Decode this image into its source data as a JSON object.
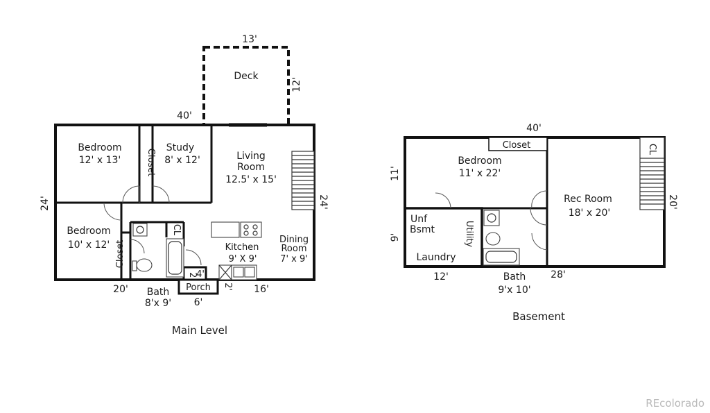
{
  "main_level": {
    "caption": "Main Level",
    "deck": {
      "name": "Deck",
      "width": "13'",
      "depth": "12'"
    },
    "dims": {
      "top": "40'",
      "left": "24'",
      "right": "24'",
      "bottom_left": "20'",
      "bottom_right": "16'",
      "porch_width": "6'",
      "porch_a": "2'",
      "porch_b": "4'",
      "porch_c": "2'"
    },
    "bedroom1": {
      "name": "Bedroom",
      "size": "12' x 13'"
    },
    "closet1": "Closet",
    "study": {
      "name": "Study",
      "size": "8' x 12'"
    },
    "living": {
      "name_l1": "Living",
      "name_l2": "Room",
      "size": "12.5' x 15'"
    },
    "bedroom2": {
      "name": "Bedroom",
      "size": "10' x 12'"
    },
    "closet2": "Closet",
    "cl": "CL",
    "kitchen": {
      "name": "Kitchen",
      "size": "9' X 9'"
    },
    "dining": {
      "name_l1": "Dining",
      "name_l2": "Room",
      "size": "7' x 9'"
    },
    "porch": "Porch",
    "bath": {
      "name": "Bath",
      "size": "8'x 9'"
    }
  },
  "basement": {
    "caption": "Basement",
    "dims": {
      "top": "40'",
      "left_upper": "11'",
      "left_lower": "9'",
      "right": "20'",
      "bottom_left": "12'",
      "bottom_right": "28'"
    },
    "closet": "Closet",
    "bedroom": {
      "name": "Bedroom",
      "size": "11' x 22'"
    },
    "cl": "CL",
    "rec": {
      "name": "Rec Room",
      "size": "18' x 20'"
    },
    "unf": {
      "l1": "Unf",
      "l2": "Bsmt"
    },
    "utility": "Utility",
    "laundry": "Laundry",
    "bath": {
      "name": "Bath",
      "size": "9'x 10'"
    }
  },
  "watermark": "REcolorado"
}
